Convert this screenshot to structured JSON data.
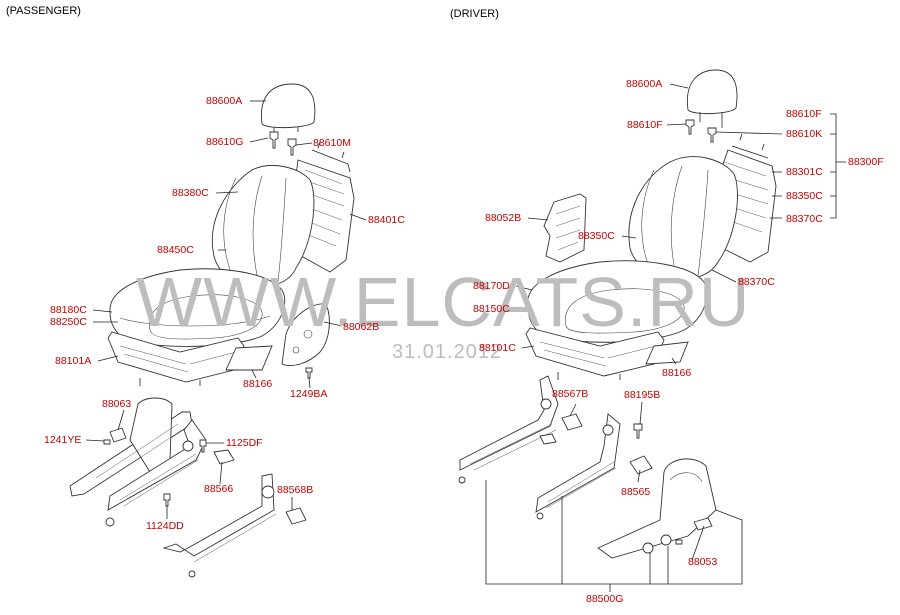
{
  "headers": {
    "passenger": "(PASSENGER)",
    "driver": "(DRIVER)"
  },
  "watermark": {
    "site": "WWW.ELCATS.RU",
    "date": "31.01.2012"
  },
  "passenger_labels": {
    "p88600A": "88600A",
    "p88610G": "88610G",
    "p88610M": "88610M",
    "p88380C": "88380C",
    "p88401C": "88401C",
    "p88450C": "88450C",
    "p88180C": "88180C",
    "p88250C": "88250C",
    "p88062B": "88062B",
    "p88101A": "88101A",
    "p88166": "88166",
    "p1249BA": "1249BA",
    "p88063": "88063",
    "p1241YE": "1241YE",
    "p1125DF": "1125DF",
    "p88566": "88566",
    "p88568B": "88568B",
    "p1124DD": "1124DD"
  },
  "driver_labels": {
    "d88600A": "88600A",
    "d88610F_top": "88610F",
    "d88610F": "88610F",
    "d88610K": "88610K",
    "d88301C": "88301C",
    "d88300F": "88300F",
    "d88350C_r": "88350C",
    "d88370C_r": "88370C",
    "d88052B": "88052B",
    "d88350C": "88350C",
    "d88170D": "88170D",
    "d88370C": "88370C",
    "d88150C": "88150C",
    "d88101C": "88101C",
    "d88166": "88166",
    "d88567B": "88567B",
    "d88195B": "88195B",
    "d88565": "88565",
    "d88053": "88053",
    "d88500G": "88500G"
  },
  "colors": {
    "label": "#cc0000",
    "line": "#222222",
    "watermark": "#bdbdbd"
  }
}
